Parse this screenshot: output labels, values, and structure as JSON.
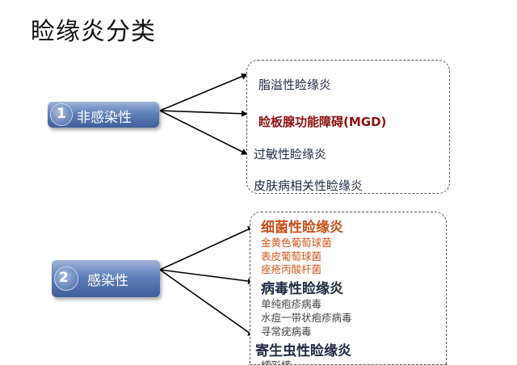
{
  "title": "睑缘炎分类",
  "nodes": [
    {
      "num": "1",
      "label": "非感染性"
    },
    {
      "num": "2",
      "label": "感染性"
    }
  ],
  "group1": {
    "items": [
      "脂溢性睑缘炎",
      "睑板腺功能障碍(MGD)",
      "过敏性睑缘炎",
      "皮肤病相关性睑缘炎"
    ]
  },
  "group2": {
    "bacterial": {
      "label": "细菌性睑缘炎",
      "subs": [
        "金黄色葡萄球菌",
        "表皮葡萄球菌",
        "痤疮丙酸杆菌"
      ]
    },
    "viral": {
      "label": "病毒性睑缘炎",
      "subs": [
        "单纯疱疹病毒",
        "水痘一带状疱疹病毒",
        "寻常疣病毒"
      ]
    },
    "parasitic": {
      "label": "寄生虫性睑缘炎",
      "subs": [
        "蠕形螨"
      ]
    }
  },
  "colors": {
    "accent_red": "#8b1010",
    "accent_orange": "#c8501a",
    "pill_blue": "#5f7fb8",
    "text_dark": "#1f2a44"
  }
}
